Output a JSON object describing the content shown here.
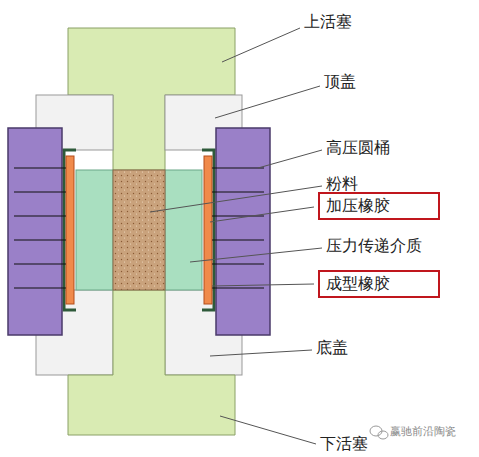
{
  "diagram": {
    "nodes": [
      {
        "text": [
          "加压橡胶"
        ]
      },
      {
        "text": [
          "成型橡胶"
        ]
      }
    ],
    "labels": [
      "上活塞",
      "顶盖",
      "高压圆桶",
      "粉料",
      "压力传递介质",
      "底盖",
      "下活塞",
      "赢驰前沿陶瓷"
    ]
  }
}
